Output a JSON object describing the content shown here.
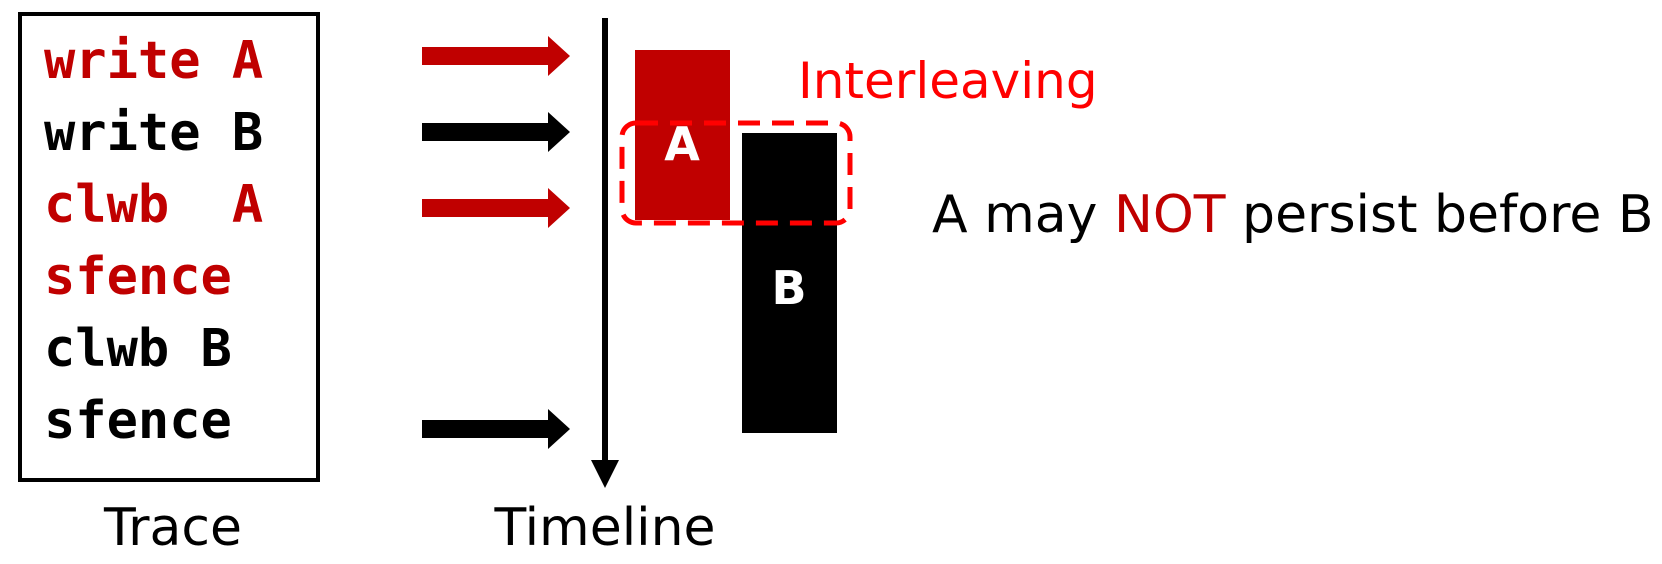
{
  "colors": {
    "red": "#c00000",
    "bright_red": "#ff0000",
    "black": "#000000",
    "white": "#ffffff"
  },
  "trace": {
    "lines": [
      {
        "text": "write A",
        "color": "red"
      },
      {
        "text": "write B",
        "color": "black"
      },
      {
        "text": "clwb  A",
        "color": "red"
      },
      {
        "text": "sfence",
        "color": "red"
      },
      {
        "text": "clwb B",
        "color": "black"
      },
      {
        "text": "sfence",
        "color": "black"
      }
    ],
    "caption": "Trace"
  },
  "timeline": {
    "caption": "Timeline",
    "block_a_label": "A",
    "block_b_label": "B",
    "interleaving_label": "Interleaving"
  },
  "note": {
    "prefix": "A may ",
    "emphasis": "NOT",
    "suffix": " persist before B"
  },
  "icons": [
    "arrow-right-icon",
    "arrow-down-icon"
  ]
}
